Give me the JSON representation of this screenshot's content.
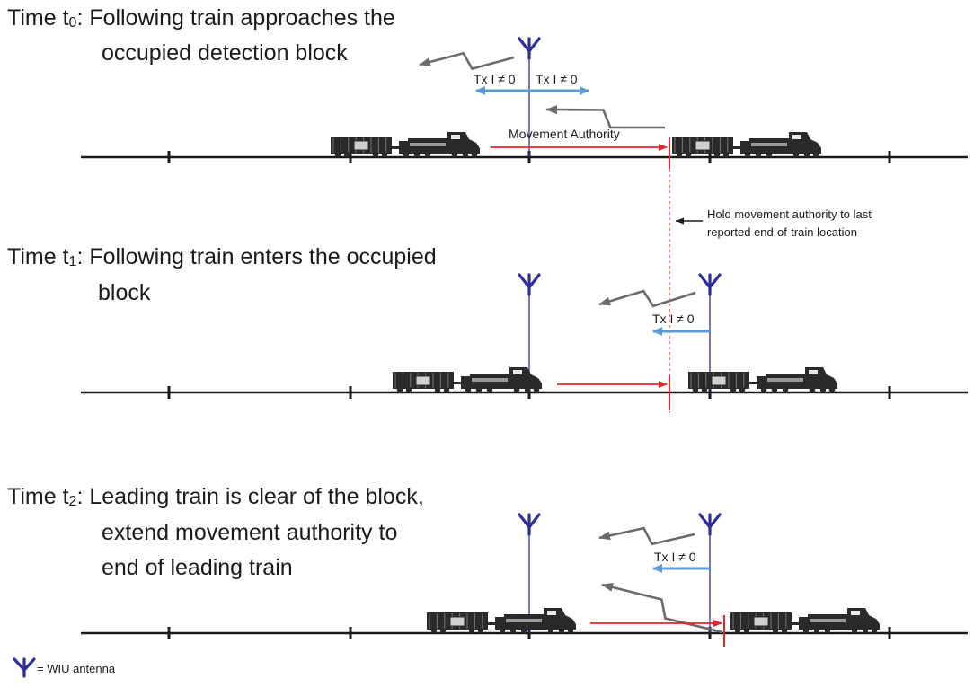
{
  "panels": [
    {
      "caption": {
        "prefix": "Time t",
        "subscript": "0",
        "line1_rest": ": Following train approaches the",
        "line2": "occupied detection block"
      },
      "tx_labels": [
        "Tx I ≠ 0",
        "Tx I ≠ 0"
      ],
      "movement_label": "Movement Authority"
    },
    {
      "caption": {
        "prefix": "Time t",
        "subscript": "1",
        "line1_rest": ": Following train enters the occupied",
        "line2": "block"
      },
      "tx_labels": [
        "Tx I ≠ 0"
      ]
    },
    {
      "caption": {
        "prefix": "Time t",
        "subscript": "2",
        "line1_rest": ": Leading train is clear of the block,",
        "line2": "extend movement authority to",
        "line3": "end of leading train"
      },
      "tx_labels": [
        "Tx I ≠ 0"
      ]
    }
  ],
  "hold_note": {
    "line1": "Hold movement authority to last",
    "line2": "reported end-of-train location"
  },
  "legend": {
    "icon": "wiu-antenna-icon",
    "label": "= WIU antenna"
  },
  "colors": {
    "track": "#1a1a1a",
    "antenna": "#2e2e9a",
    "transmission_range": "#5b9bd5",
    "movement_authority": "#e3262a",
    "radio_signal": "#6b6b6b",
    "train": "#2a2a2a"
  }
}
